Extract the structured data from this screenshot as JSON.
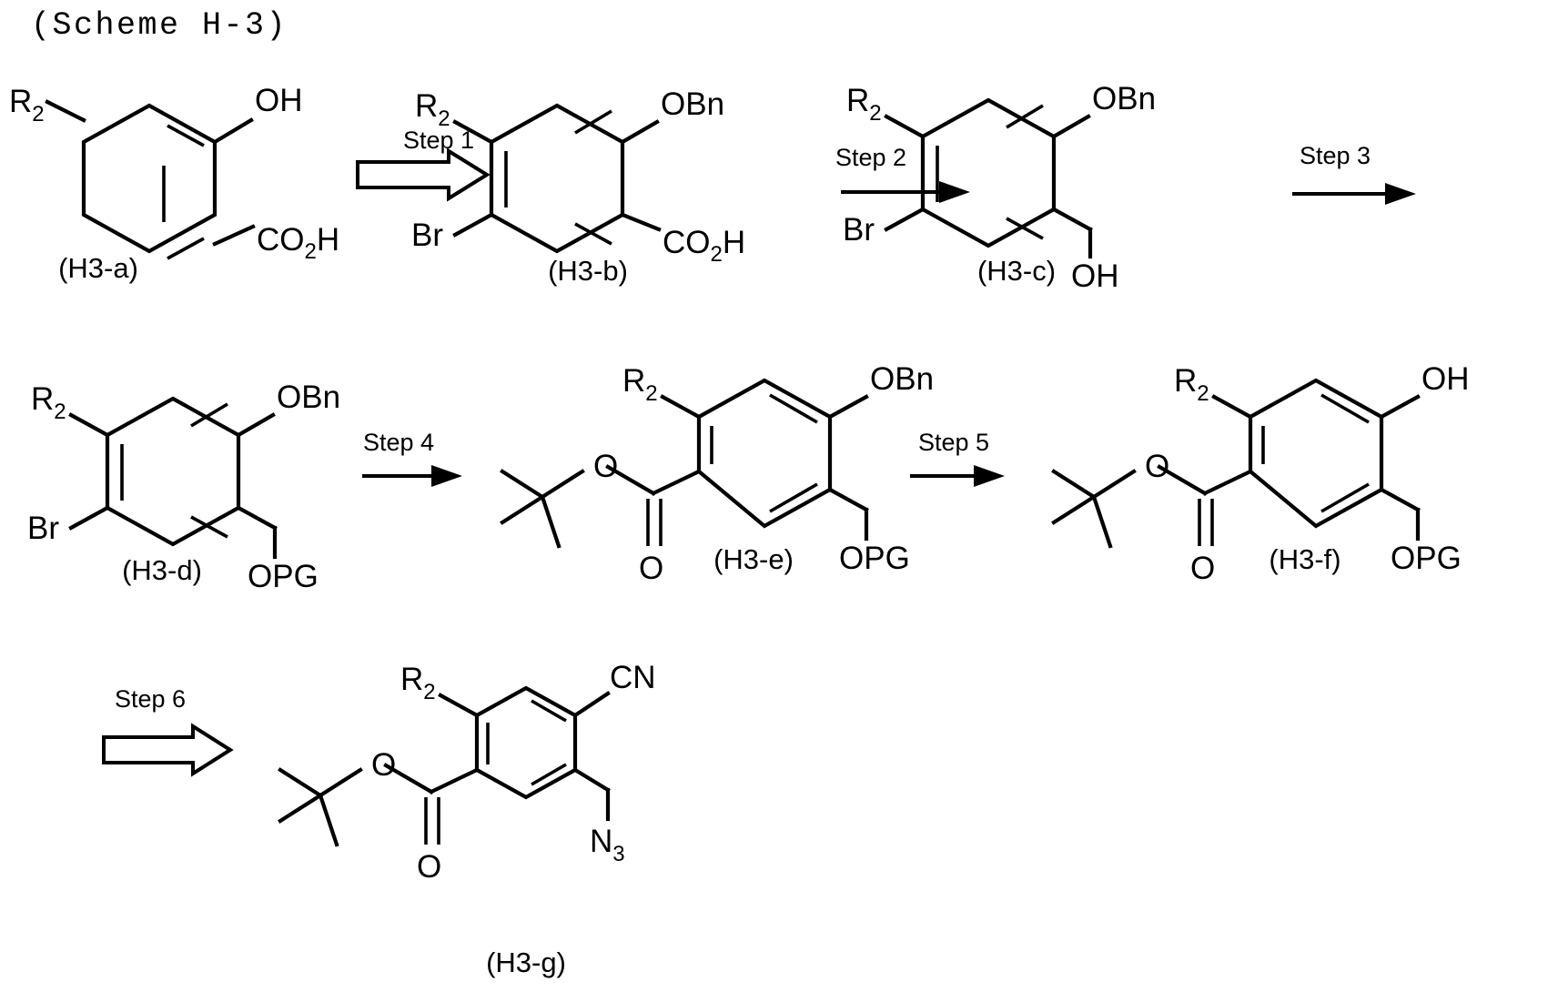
{
  "document": {
    "title": "(Scheme H-3)",
    "type": "chemical-reaction-scheme",
    "background_color": "#ffffff",
    "ink_color": "#000000"
  },
  "steps": [
    {
      "id": "step-1",
      "label": "Step 1",
      "arrow_style": "hollow-block"
    },
    {
      "id": "step-2",
      "label": "Step 2",
      "arrow_style": "solid-line"
    },
    {
      "id": "step-3",
      "label": "Step 3",
      "arrow_style": "solid-line"
    },
    {
      "id": "step-4",
      "label": "Step 4",
      "arrow_style": "solid-line"
    },
    {
      "id": "step-5",
      "label": "Step 5",
      "arrow_style": "solid-line"
    },
    {
      "id": "step-6",
      "label": "Step 6",
      "arrow_style": "hollow-block"
    }
  ],
  "compounds": [
    {
      "id": "h3-a",
      "label": "(H3-a)",
      "substituents": [
        "R2",
        "OH",
        "CO2H"
      ],
      "core": "benzene"
    },
    {
      "id": "h3-b",
      "label": "(H3-b)",
      "substituents": [
        "R2",
        "OBn",
        "Br",
        "CO2H"
      ],
      "core": "benzene"
    },
    {
      "id": "h3-c",
      "label": "(H3-c)",
      "substituents": [
        "R2",
        "OBn",
        "Br",
        "OH"
      ],
      "core": "benzene"
    },
    {
      "id": "h3-d",
      "label": "(H3-d)",
      "substituents": [
        "R2",
        "OBn",
        "Br",
        "OPG"
      ],
      "core": "benzene"
    },
    {
      "id": "h3-e",
      "label": "(H3-e)",
      "substituents": [
        "R2",
        "OBn",
        "OPG",
        "tert-butyl ester"
      ],
      "core": "benzene"
    },
    {
      "id": "h3-f",
      "label": "(H3-f)",
      "substituents": [
        "R2",
        "OH",
        "OPG",
        "tert-butyl ester"
      ],
      "core": "benzene"
    },
    {
      "id": "h3-g",
      "label": "(H3-g)",
      "substituents": [
        "R2",
        "CN",
        "N3",
        "tert-butyl ester"
      ],
      "core": "benzene"
    }
  ],
  "atom_labels": {
    "r_group": "R",
    "r_group_sub": "2",
    "hydroxy": "OH",
    "benzyloxy": "OBn",
    "bromo": "Br",
    "carboxylic_acid": "CO",
    "carboxylic_acid_sub": "2",
    "carboxylic_acid_tail": "H",
    "protected_alcohol": "OPG",
    "oxygen": "O",
    "nitrile": "CN",
    "azide": "N",
    "azide_sub": "3"
  }
}
